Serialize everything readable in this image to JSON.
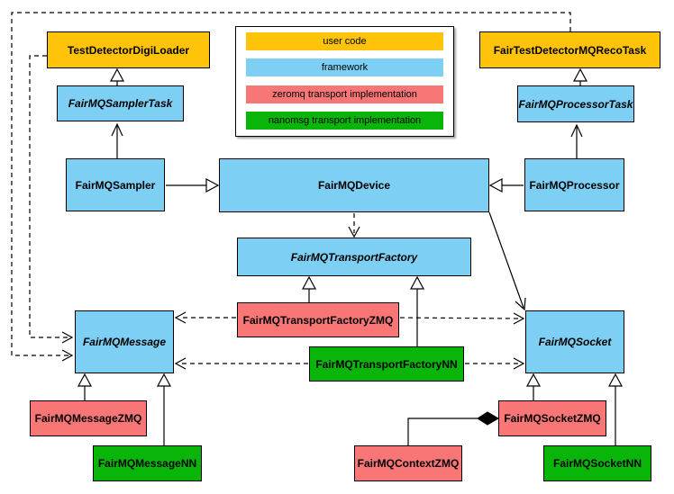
{
  "legend": {
    "items": [
      {
        "label": "user code",
        "color": "#FFC40A",
        "category": "user"
      },
      {
        "label": "framework",
        "color": "#7DCFF4",
        "category": "framework"
      },
      {
        "label": "zeromq transport implementation",
        "color": "#F87676",
        "category": "zeromq"
      },
      {
        "label": "nanomsg transport implementation",
        "color": "#09B509",
        "category": "nanomsg"
      }
    ]
  },
  "nodes": {
    "test_detector_digi_loader": {
      "label": "TestDetectorDigiLoader",
      "category": "user",
      "abstract": false
    },
    "fair_test_detector_mq_reco_task": {
      "label": "FairTestDetectorMQRecoTask",
      "category": "user",
      "abstract": false
    },
    "fairmq_sampler_task": {
      "label": "FairMQSamplerTask",
      "category": "framework",
      "abstract": true
    },
    "fairmq_processor_task": {
      "label": "FairMQProcessorTask",
      "category": "framework",
      "abstract": true
    },
    "fairmq_sampler": {
      "label": "FairMQSampler",
      "category": "framework",
      "abstract": false
    },
    "fairmq_device": {
      "label": "FairMQDevice",
      "category": "framework",
      "abstract": false
    },
    "fairmq_processor": {
      "label": "FairMQProcessor",
      "category": "framework",
      "abstract": false
    },
    "fairmq_transport_factory": {
      "label": "FairMQTransportFactory",
      "category": "framework",
      "abstract": true
    },
    "fairmq_transport_factory_zmq": {
      "label": "FairMQTransportFactoryZMQ",
      "category": "zeromq",
      "abstract": false
    },
    "fairmq_transport_factory_nn": {
      "label": "FairMQTransportFactoryNN",
      "category": "nanomsg",
      "abstract": false
    },
    "fairmq_message": {
      "label": "FairMQMessage",
      "category": "framework",
      "abstract": true
    },
    "fairmq_socket": {
      "label": "FairMQSocket",
      "category": "framework",
      "abstract": true
    },
    "fairmq_message_zmq": {
      "label": "FairMQMessageZMQ",
      "category": "zeromq",
      "abstract": false
    },
    "fairmq_message_nn": {
      "label": "FairMQMessageNN",
      "category": "nanomsg",
      "abstract": false
    },
    "fairmq_context_zmq": {
      "label": "FairMQContextZMQ",
      "category": "zeromq",
      "abstract": false
    },
    "fairmq_socket_zmq": {
      "label": "FairMQSocketZMQ",
      "category": "zeromq",
      "abstract": false
    },
    "fairmq_socket_nn": {
      "label": "FairMQSocketNN",
      "category": "nanomsg",
      "abstract": false
    }
  },
  "edges": [
    {
      "from": "FairMQSamplerTask",
      "to": "TestDetectorDigiLoader",
      "style": "solid-hollow-triangle"
    },
    {
      "from": "FairMQProcessorTask",
      "to": "FairTestDetectorMQRecoTask",
      "style": "solid-hollow-triangle"
    },
    {
      "from": "FairMQSampler",
      "to": "FairMQSamplerTask",
      "style": "solid-open-arrow"
    },
    {
      "from": "FairMQProcessor",
      "to": "FairMQProcessorTask",
      "style": "solid-open-arrow"
    },
    {
      "from": "FairMQSampler",
      "to": "FairMQDevice",
      "style": "solid-hollow-triangle"
    },
    {
      "from": "FairMQProcessor",
      "to": "FairMQDevice",
      "style": "solid-hollow-triangle"
    },
    {
      "from": "FairMQDevice",
      "to": "FairMQTransportFactory",
      "style": "dashed-open-arrow"
    },
    {
      "from": "FairMQDevice",
      "to": "FairMQSocket",
      "style": "solid-open-arrow"
    },
    {
      "from": "FairMQTransportFactoryZMQ",
      "to": "FairMQTransportFactory",
      "style": "solid-hollow-triangle"
    },
    {
      "from": "FairMQTransportFactoryNN",
      "to": "FairMQTransportFactory",
      "style": "solid-hollow-triangle"
    },
    {
      "from": "FairMQTransportFactoryZMQ",
      "to": "FairMQMessage",
      "style": "dashed-open-arrow"
    },
    {
      "from": "FairMQTransportFactoryZMQ",
      "to": "FairMQSocket",
      "style": "dashed-open-arrow"
    },
    {
      "from": "FairMQTransportFactoryNN",
      "to": "FairMQMessage",
      "style": "dashed-open-arrow"
    },
    {
      "from": "FairMQTransportFactoryNN",
      "to": "FairMQSocket",
      "style": "dashed-open-arrow"
    },
    {
      "from": "TestDetectorDigiLoader",
      "to": "FairMQMessage",
      "style": "dashed-open-arrow"
    },
    {
      "from": "FairTestDetectorMQRecoTask",
      "to": "FairMQMessage",
      "style": "dashed-open-arrow"
    },
    {
      "from": "FairMQMessageZMQ",
      "to": "FairMQMessage",
      "style": "solid-hollow-triangle"
    },
    {
      "from": "FairMQMessageNN",
      "to": "FairMQMessage",
      "style": "solid-hollow-triangle"
    },
    {
      "from": "FairMQSocketZMQ",
      "to": "FairMQSocket",
      "style": "solid-hollow-triangle"
    },
    {
      "from": "FairMQSocketNN",
      "to": "FairMQSocket",
      "style": "solid-hollow-triangle"
    },
    {
      "from": "FairMQContextZMQ",
      "to": "FairMQSocketZMQ",
      "style": "solid-filled-diamond"
    }
  ]
}
